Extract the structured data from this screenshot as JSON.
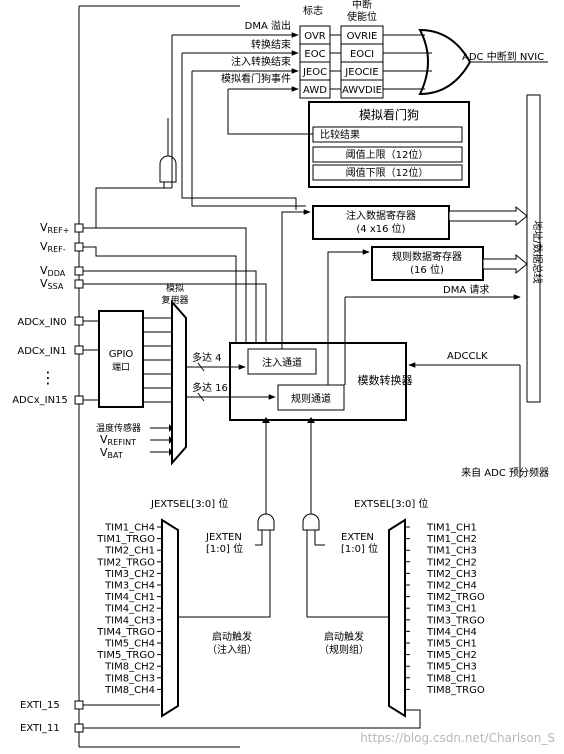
{
  "flags": {
    "header": "标志",
    "items": [
      "OVR",
      "EOC",
      "JEOC",
      "AWD"
    ],
    "signals": [
      "DMA 溢出",
      "转换结束",
      "注入转换结束",
      "模拟看门狗事件"
    ]
  },
  "irq_enable": {
    "header_line1": "中断",
    "header_line2": "使能位",
    "items": [
      "OVRIE",
      "EOCI",
      "JEOCIE",
      "AWVDIE"
    ]
  },
  "irq_output": "ADC 中断到 NVIC",
  "watchdog": {
    "title": "模拟看门狗",
    "rows": [
      "比较结果",
      "阈值上限（12位）",
      "阈值下限（12位）"
    ]
  },
  "injected_reg": {
    "line1": "注入数据寄存器",
    "line2": "(4 x16 位)"
  },
  "regular_reg": {
    "line1": "规则数据寄存器",
    "line2": "(16 位)"
  },
  "bus_label": "地址/数据总线",
  "dma_request": "DMA 请求",
  "adcclk": "ADCCLK",
  "prescaler": "来自 ADC 预分频器",
  "converter": {
    "title": "模数转换器",
    "injected": "注入通道",
    "regular": "规则通道",
    "up_to_4": "多达 4",
    "up_to_16": "多达 16"
  },
  "mux": {
    "line1": "模拟",
    "line2": "复用器"
  },
  "gpio": {
    "line1": "GPIO",
    "line2": "端口"
  },
  "power_pins": {
    "vref_plus": {
      "main": "V",
      "sub": "REF+"
    },
    "vref_minus": {
      "main": "V",
      "sub": "REF-"
    },
    "vdda": {
      "main": "V",
      "sub": "DDA"
    },
    "vssa": {
      "main": "V",
      "sub": "SSA"
    }
  },
  "input_pins": [
    "ADCx_IN0",
    "ADCx_IN1",
    "ADCx_IN15"
  ],
  "ellipsis": "⋮",
  "internal_inputs": {
    "temp": "温度传感器",
    "vrefint": {
      "main": "V",
      "sub": "REFINT"
    },
    "vbat": {
      "main": "V",
      "sub": "BAT"
    }
  },
  "jextsel": "JEXTSEL[3:0] 位",
  "extsel": "EXTSEL[3:0] 位",
  "jexten": {
    "line1": "JEXTEN",
    "line2": "[1:0] 位"
  },
  "exten": {
    "line1": "EXTEN",
    "line2": "[1:0] 位"
  },
  "injected_trigger": {
    "line1": "启动触发",
    "line2": "（注入组）"
  },
  "regular_trigger": {
    "line1": "启动触发",
    "line2": "（规则组）"
  },
  "injected_sources": [
    "TIM1_CH4",
    "TIM1_TRGO",
    "TIM2_CH1",
    "TIM2_TRGO",
    "TIM3_CH2",
    "TIM3_CH4",
    "TIM4_CH1",
    "TIM4_CH2",
    "TIM4_CH3",
    "TIM4_TRGO",
    "TIM5_CH4",
    "TIM5_TRGO",
    "TIM8_CH2",
    "TIM8_CH3",
    "TIM8_CH4"
  ],
  "regular_sources": [
    "TIM1_CH1",
    "TIM1_CH2",
    "TIM1_CH3",
    "TIM2_CH2",
    "TIM2_CH3",
    "TIM2_CH4",
    "TIM2_TRGO",
    "TIM3_CH1",
    "TIM3_TRGO",
    "TIM4_CH4",
    "TIM5_CH1",
    "TIM5_CH2",
    "TIM5_CH3",
    "TIM8_CH1",
    "TIM8_TRGO"
  ],
  "exti15": "EXTI_15",
  "exti11": "EXTI_11",
  "watermark": "https://blog.csdn.net/Charlson_S"
}
